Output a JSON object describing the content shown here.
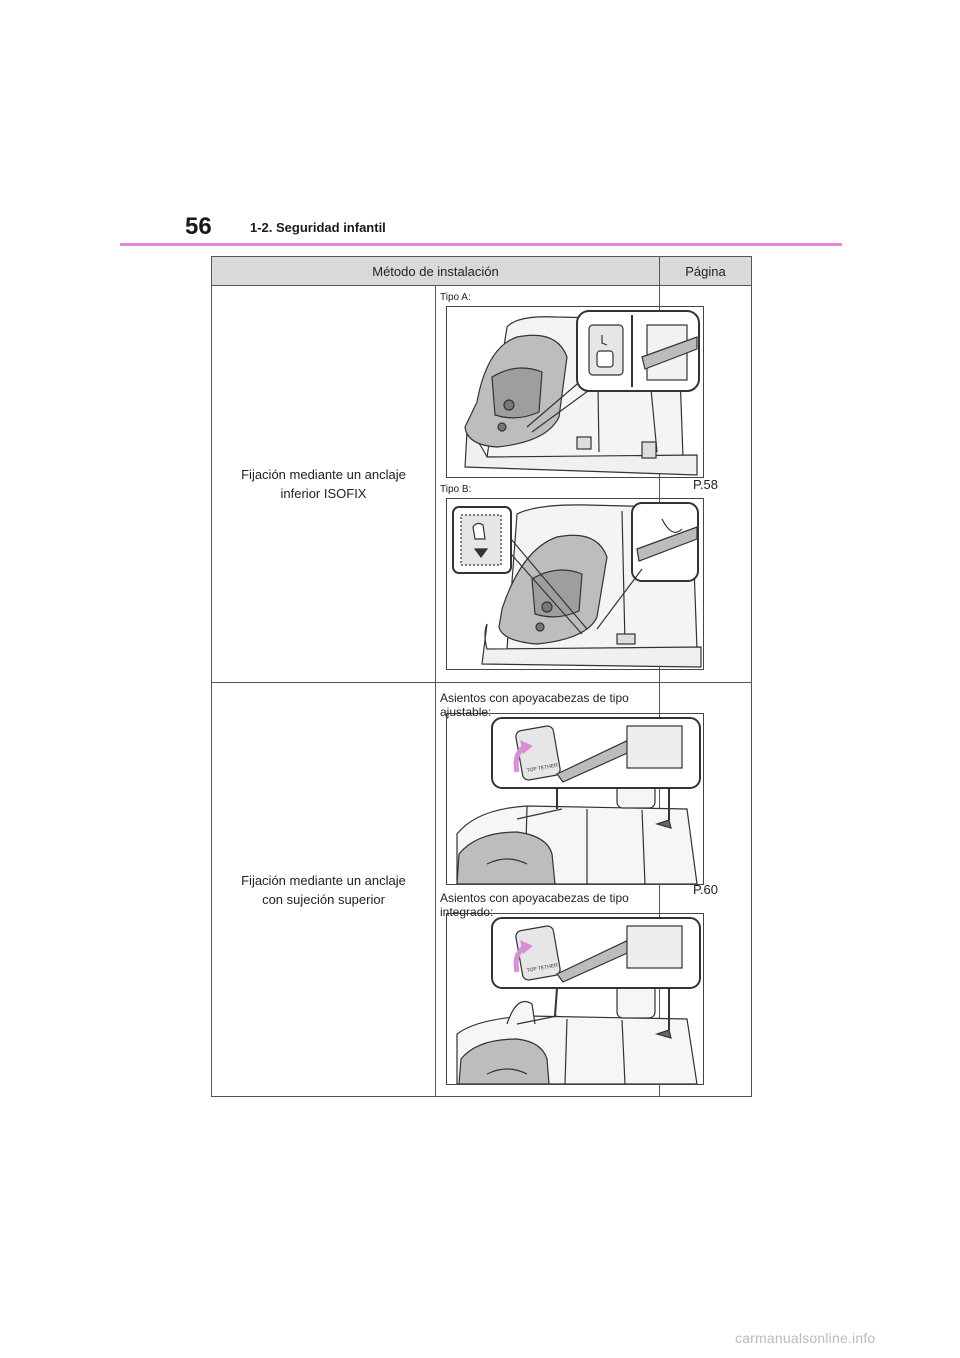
{
  "header": {
    "page_number": "56",
    "section_title": "1-2. Seguridad infantil"
  },
  "table": {
    "col_method": "Método de instalación",
    "col_page": "Página",
    "rows": [
      {
        "method_line1": "Fijación mediante un anclaje",
        "method_line2": "inferior ISOFIX",
        "captions": [
          "Tipo A:",
          "Tipo B:"
        ],
        "page": "P.58"
      },
      {
        "method_line1": "Fijación mediante un anclaje",
        "method_line2": "con sujeción superior",
        "captions": [
          "Asientos con apoyacabezas de tipo ajustable:",
          "Asientos con apoyacabezas de tipo integrado:"
        ],
        "page": "P.60"
      }
    ]
  },
  "illustration_labels": {
    "top_tether": "TOP TETHER"
  },
  "colors": {
    "accent_rule": "#e58ad7",
    "arrow": "#d98fd8",
    "header_fill": "#d9d9d9"
  },
  "watermark": "carmanualsonline.info"
}
